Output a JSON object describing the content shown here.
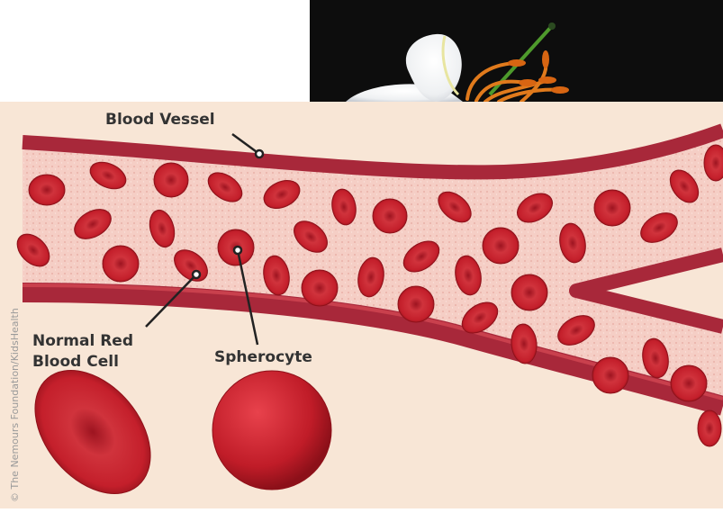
{
  "labels": {
    "blood_vessel": "Blood Vessel",
    "normal_rbc_line1": "Normal Red",
    "normal_rbc_line2": "Blood Cell",
    "spherocyte": "Spherocyte"
  },
  "credit": "© The Nemours Foundation/KidsHealth",
  "colors": {
    "panel_background": "#f8e6d6",
    "vessel_wall": "#a8283a",
    "plasma": "#f6cfc6",
    "cell": "#c8202c",
    "photo_background": "#0d0d0d"
  }
}
